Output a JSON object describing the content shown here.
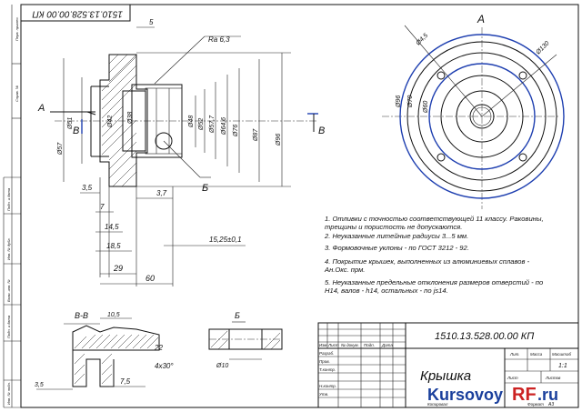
{
  "stamp_top": "1510.13.528.00.00 КП",
  "title_block": {
    "designation": "1510.13.528.00.00 КП",
    "part_name": "Крышка",
    "col_izm": "Изм.",
    "col_list": "Лист",
    "col_doc": "№ докум.",
    "col_sign": "Подп.",
    "col_date": "Дата",
    "role_dev": "Разраб.",
    "role_check": "Пров.",
    "role_tcontrol": "Т.контр.",
    "role_ncontrol": "Н.контр.",
    "role_approve": "Утв.",
    "lit": "Лит.",
    "mass": "Масса",
    "scale": "Масштаб",
    "scale_value": "1:1",
    "sheet": "Лист",
    "sheets": "Листов",
    "copied": "Копировал",
    "format": "Формат",
    "format_value": "А3"
  },
  "watermark": {
    "left": "Kursovoy",
    "middle": "RF",
    "right": ".ru"
  },
  "views": {
    "label_A_left": "А",
    "label_B_left": "В",
    "label_B_right": "В",
    "label_A_top": "А",
    "label_Bsec": "Б",
    "section_BB": "В-В",
    "detail_B": "Б"
  },
  "dims": {
    "d1": "5",
    "d2": "3,5",
    "d3": "7",
    "d4": "14,5",
    "d5": "18,5",
    "d6": "29",
    "d7": "60",
    "d8": "3,7",
    "d9": "15,25±0,1",
    "d10": "Ra 6,3",
    "d11": "4x30°",
    "d12": "22",
    "d13": "7,5",
    "d14": "3,5",
    "d15": "10,5"
  },
  "notes": [
    "1. Отливки с точностью соответствующей 11 классу. Раковины, трещины и пористость не допускаются.",
    "2. Неуказанные литейные радиусы 3...5 мм.",
    "3. Формовочные уклоны - по ГОСТ 3212 - 92.",
    "4. Покрытие крышек, выполненных из алюминиевых сплавов - Ан.Окс. прм.",
    "5. Неуказанные предельные отклонения размеров отверстий - по Н14, валов - h14, остальных - по js14."
  ],
  "frame_labels": [
    "Перв. примен.",
    "Справ. №",
    "Подп. и дата",
    "Инв. № дубл.",
    "Взам. инв. №",
    "Подп. и дата",
    "Инв. № подл."
  ]
}
